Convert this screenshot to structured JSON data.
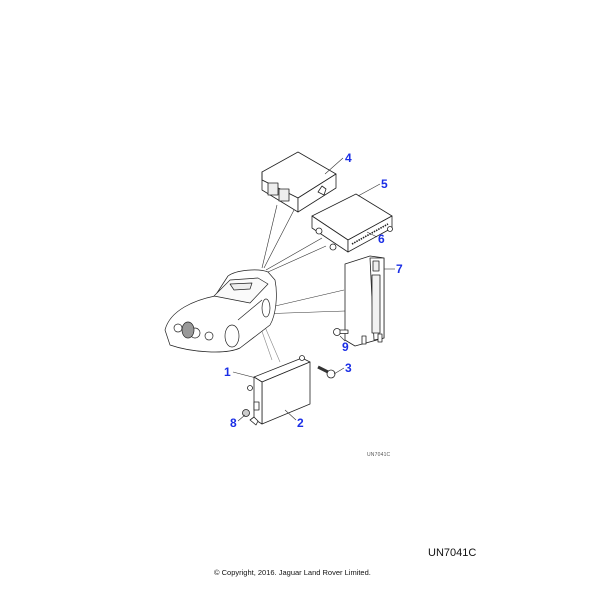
{
  "diagram": {
    "subject": "Vehicle electronic control modules locator (sedan with module callouts)",
    "callout_color": "#1a2ee6",
    "callouts": [
      {
        "id": "1",
        "label": "1"
      },
      {
        "id": "2",
        "label": "2"
      },
      {
        "id": "3",
        "label": "3"
      },
      {
        "id": "4",
        "label": "4"
      },
      {
        "id": "5",
        "label": "5"
      },
      {
        "id": "6",
        "label": "6"
      },
      {
        "id": "7",
        "label": "7"
      },
      {
        "id": "8",
        "label": "8"
      },
      {
        "id": "9",
        "label": "9"
      }
    ],
    "parts": [
      {
        "callout": "1",
        "name": "control-module-lower-bracket"
      },
      {
        "callout": "2",
        "name": "control-module-lower"
      },
      {
        "callout": "3",
        "name": "bolt"
      },
      {
        "callout": "4",
        "name": "control-module-upper"
      },
      {
        "callout": "5",
        "name": "control-module-middle"
      },
      {
        "callout": "6",
        "name": "connector-strip"
      },
      {
        "callout": "7",
        "name": "control-module-vertical"
      },
      {
        "callout": "8",
        "name": "nut"
      },
      {
        "callout": "9",
        "name": "screw"
      }
    ],
    "illustration_ref": "UN7041C"
  },
  "footer": {
    "ref_code": "UN7041C",
    "copyright": "© Copyright, 2016. Jaguar Land Rover Limited."
  }
}
